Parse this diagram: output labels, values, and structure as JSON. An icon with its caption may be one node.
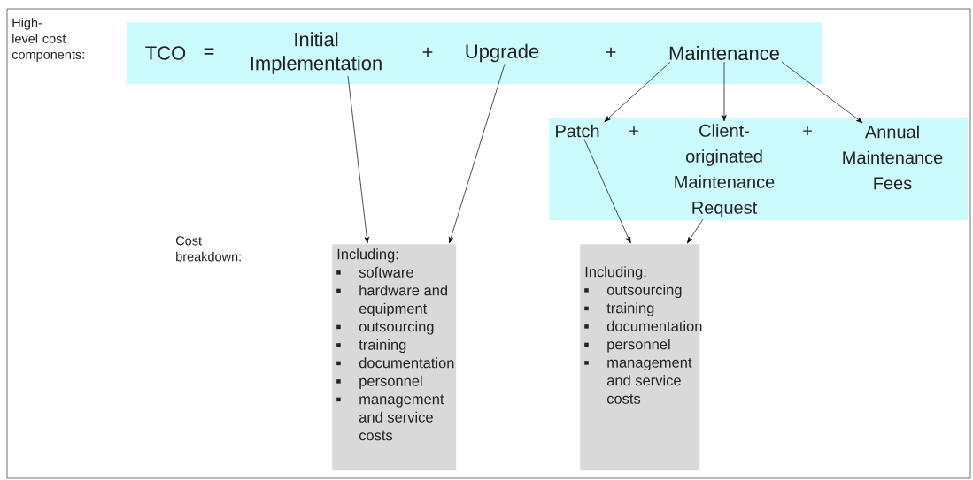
{
  "diagram": {
    "nodes": [
      {
        "text": [],
        "shape": "box"
      },
      {
        "text": [
          "TCO"
        ],
        "in": 0
      },
      {
        "text": [
          "Initial Implementation"
        ],
        "in": 0
      },
      {
        "text": [
          "Upgrade"
        ],
        "in": 0
      },
      {
        "text": [
          "Maintenance"
        ],
        "in": 0
      },
      {
        "text": [],
        "shape": "box"
      },
      {
        "text": [
          "Patch"
        ],
        "in": 5
      },
      {
        "text": [
          "Client-originated Maintenance Request"
        ],
        "in": 5
      },
      {
        "text": [
          "Annual Maintenance Fees"
        ],
        "in": 5
      },
      {
        "text": [
          "Including:",
          "software",
          "hardware and equipment",
          "outsourcing",
          "training",
          "documentation",
          "personnel",
          "management and service costs"
        ]
      },
      {
        "text": [
          "Including:",
          "outsourcing",
          "training",
          "documentation",
          "personnel",
          "management and service costs"
        ]
      }
    ],
    "edges": [
      {
        "from": 2,
        "to": 9,
        "arrow": "to"
      },
      {
        "from": 3,
        "to": 9,
        "arrow": "to"
      },
      {
        "from": 4,
        "to": 6,
        "arrow": "to"
      },
      {
        "from": 4,
        "to": 7,
        "arrow": "to"
      },
      {
        "from": 4,
        "to": 8,
        "arrow": "to"
      },
      {
        "from": 6,
        "to": 10,
        "arrow": "to"
      },
      {
        "from": 7,
        "to": 10,
        "arrow": "to"
      }
    ],
    "labels": [
      "High-level cost components:",
      "=",
      "+",
      "+",
      "+",
      "+",
      "Cost breakdown:"
    ]
  }
}
